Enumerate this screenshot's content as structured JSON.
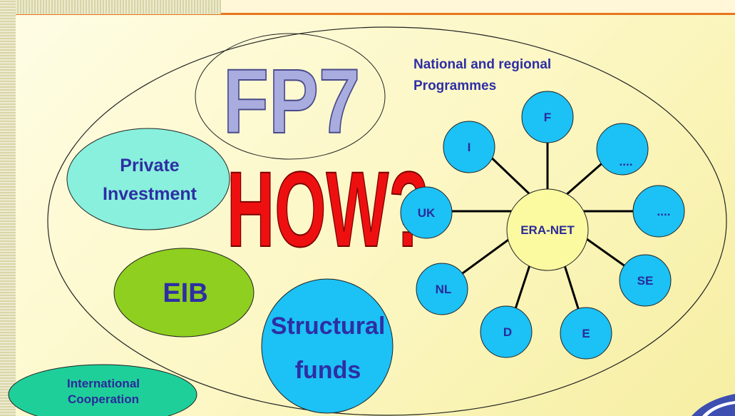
{
  "diagram": {
    "fp7_label": "FP7",
    "how_label": "HOW?",
    "national_label_line1": "National and regional",
    "national_label_line2": "Programmes",
    "private_line1": "Private",
    "private_line2": "Investment",
    "eib_label": "EIB",
    "structural_line1": "Structural",
    "structural_line2": "funds",
    "international_line1": "International",
    "international_line2": "Cooperation",
    "hub_label": "ERA-NET",
    "nodes": [
      "F",
      "I",
      "....",
      "UK",
      "....",
      "NL",
      "SE",
      "D",
      "E"
    ]
  },
  "colors": {
    "background": "#fbf8c8",
    "accent_line": "#e8761e",
    "node_fill": "#1cc1f5",
    "hub_fill": "#fbfaa0",
    "private_fill": "#88f0dc",
    "eib_fill": "#8fcf1f",
    "international_fill": "#1fcf9a",
    "fp7_fill": "#a8acdf",
    "how_fill": "#ee1010",
    "text_navy": "#2e2ea4"
  }
}
